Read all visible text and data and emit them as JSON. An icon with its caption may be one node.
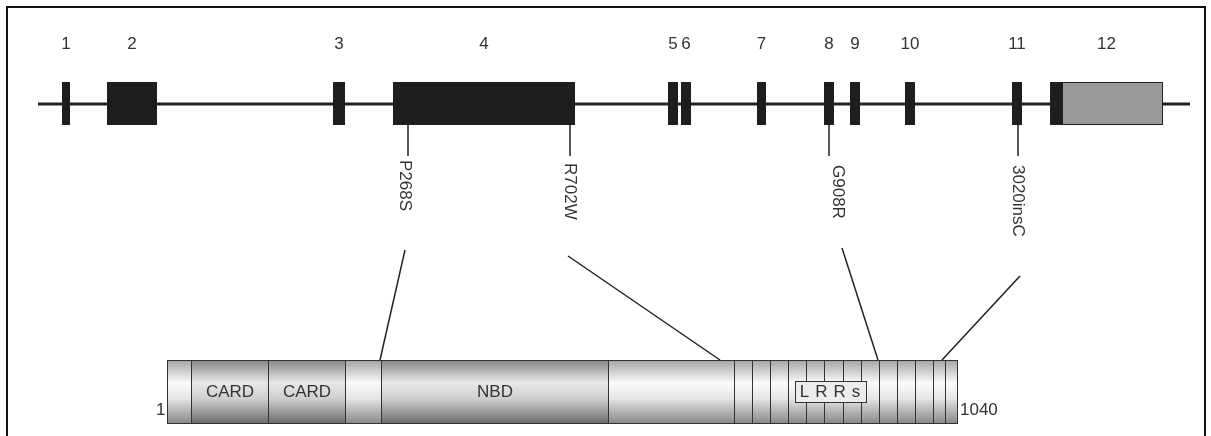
{
  "diagram": {
    "nodes": [
      {
        "text": [
          "1"
        ]
      },
      {
        "text": [
          "2"
        ]
      },
      {
        "text": [
          "3"
        ]
      },
      {
        "text": [
          "4"
        ]
      },
      {
        "text": [
          "5"
        ]
      },
      {
        "text": [
          "6"
        ]
      },
      {
        "text": [
          "7"
        ]
      },
      {
        "text": [
          "8"
        ]
      },
      {
        "text": [
          "9"
        ]
      },
      {
        "text": [
          "10"
        ]
      },
      {
        "text": [
          "11"
        ]
      },
      {
        "text": [
          "12"
        ]
      },
      {
        "text": [
          "P268S"
        ]
      },
      {
        "text": [
          "R702W"
        ]
      },
      {
        "text": [
          "G908R"
        ]
      },
      {
        "text": [
          "3020insC"
        ]
      },
      {
        "text": [],
        "shape": "bar",
        "beside": [
          "1",
          "1040"
        ]
      },
      {
        "text": [
          "CARD"
        ],
        "in": 16
      },
      {
        "text": [
          "CARD"
        ],
        "in": 16
      },
      {
        "text": [
          "NBD"
        ],
        "in": 16
      },
      {
        "text": [
          "LRRs"
        ],
        "in": 16
      }
    ],
    "edges": [
      {
        "from": 12,
        "to": 3,
        "arrow": "none"
      },
      {
        "from": 12,
        "to": 19,
        "arrow": "none"
      },
      {
        "from": 13,
        "to": 3,
        "arrow": "none"
      },
      {
        "from": 13,
        "to": 16,
        "arrow": "none"
      },
      {
        "from": 14,
        "to": 7,
        "arrow": "none"
      },
      {
        "from": 14,
        "to": 20,
        "arrow": "none"
      },
      {
        "from": 15,
        "to": 10,
        "arrow": "none"
      },
      {
        "from": 15,
        "to": 20,
        "arrow": "none"
      }
    ]
  }
}
